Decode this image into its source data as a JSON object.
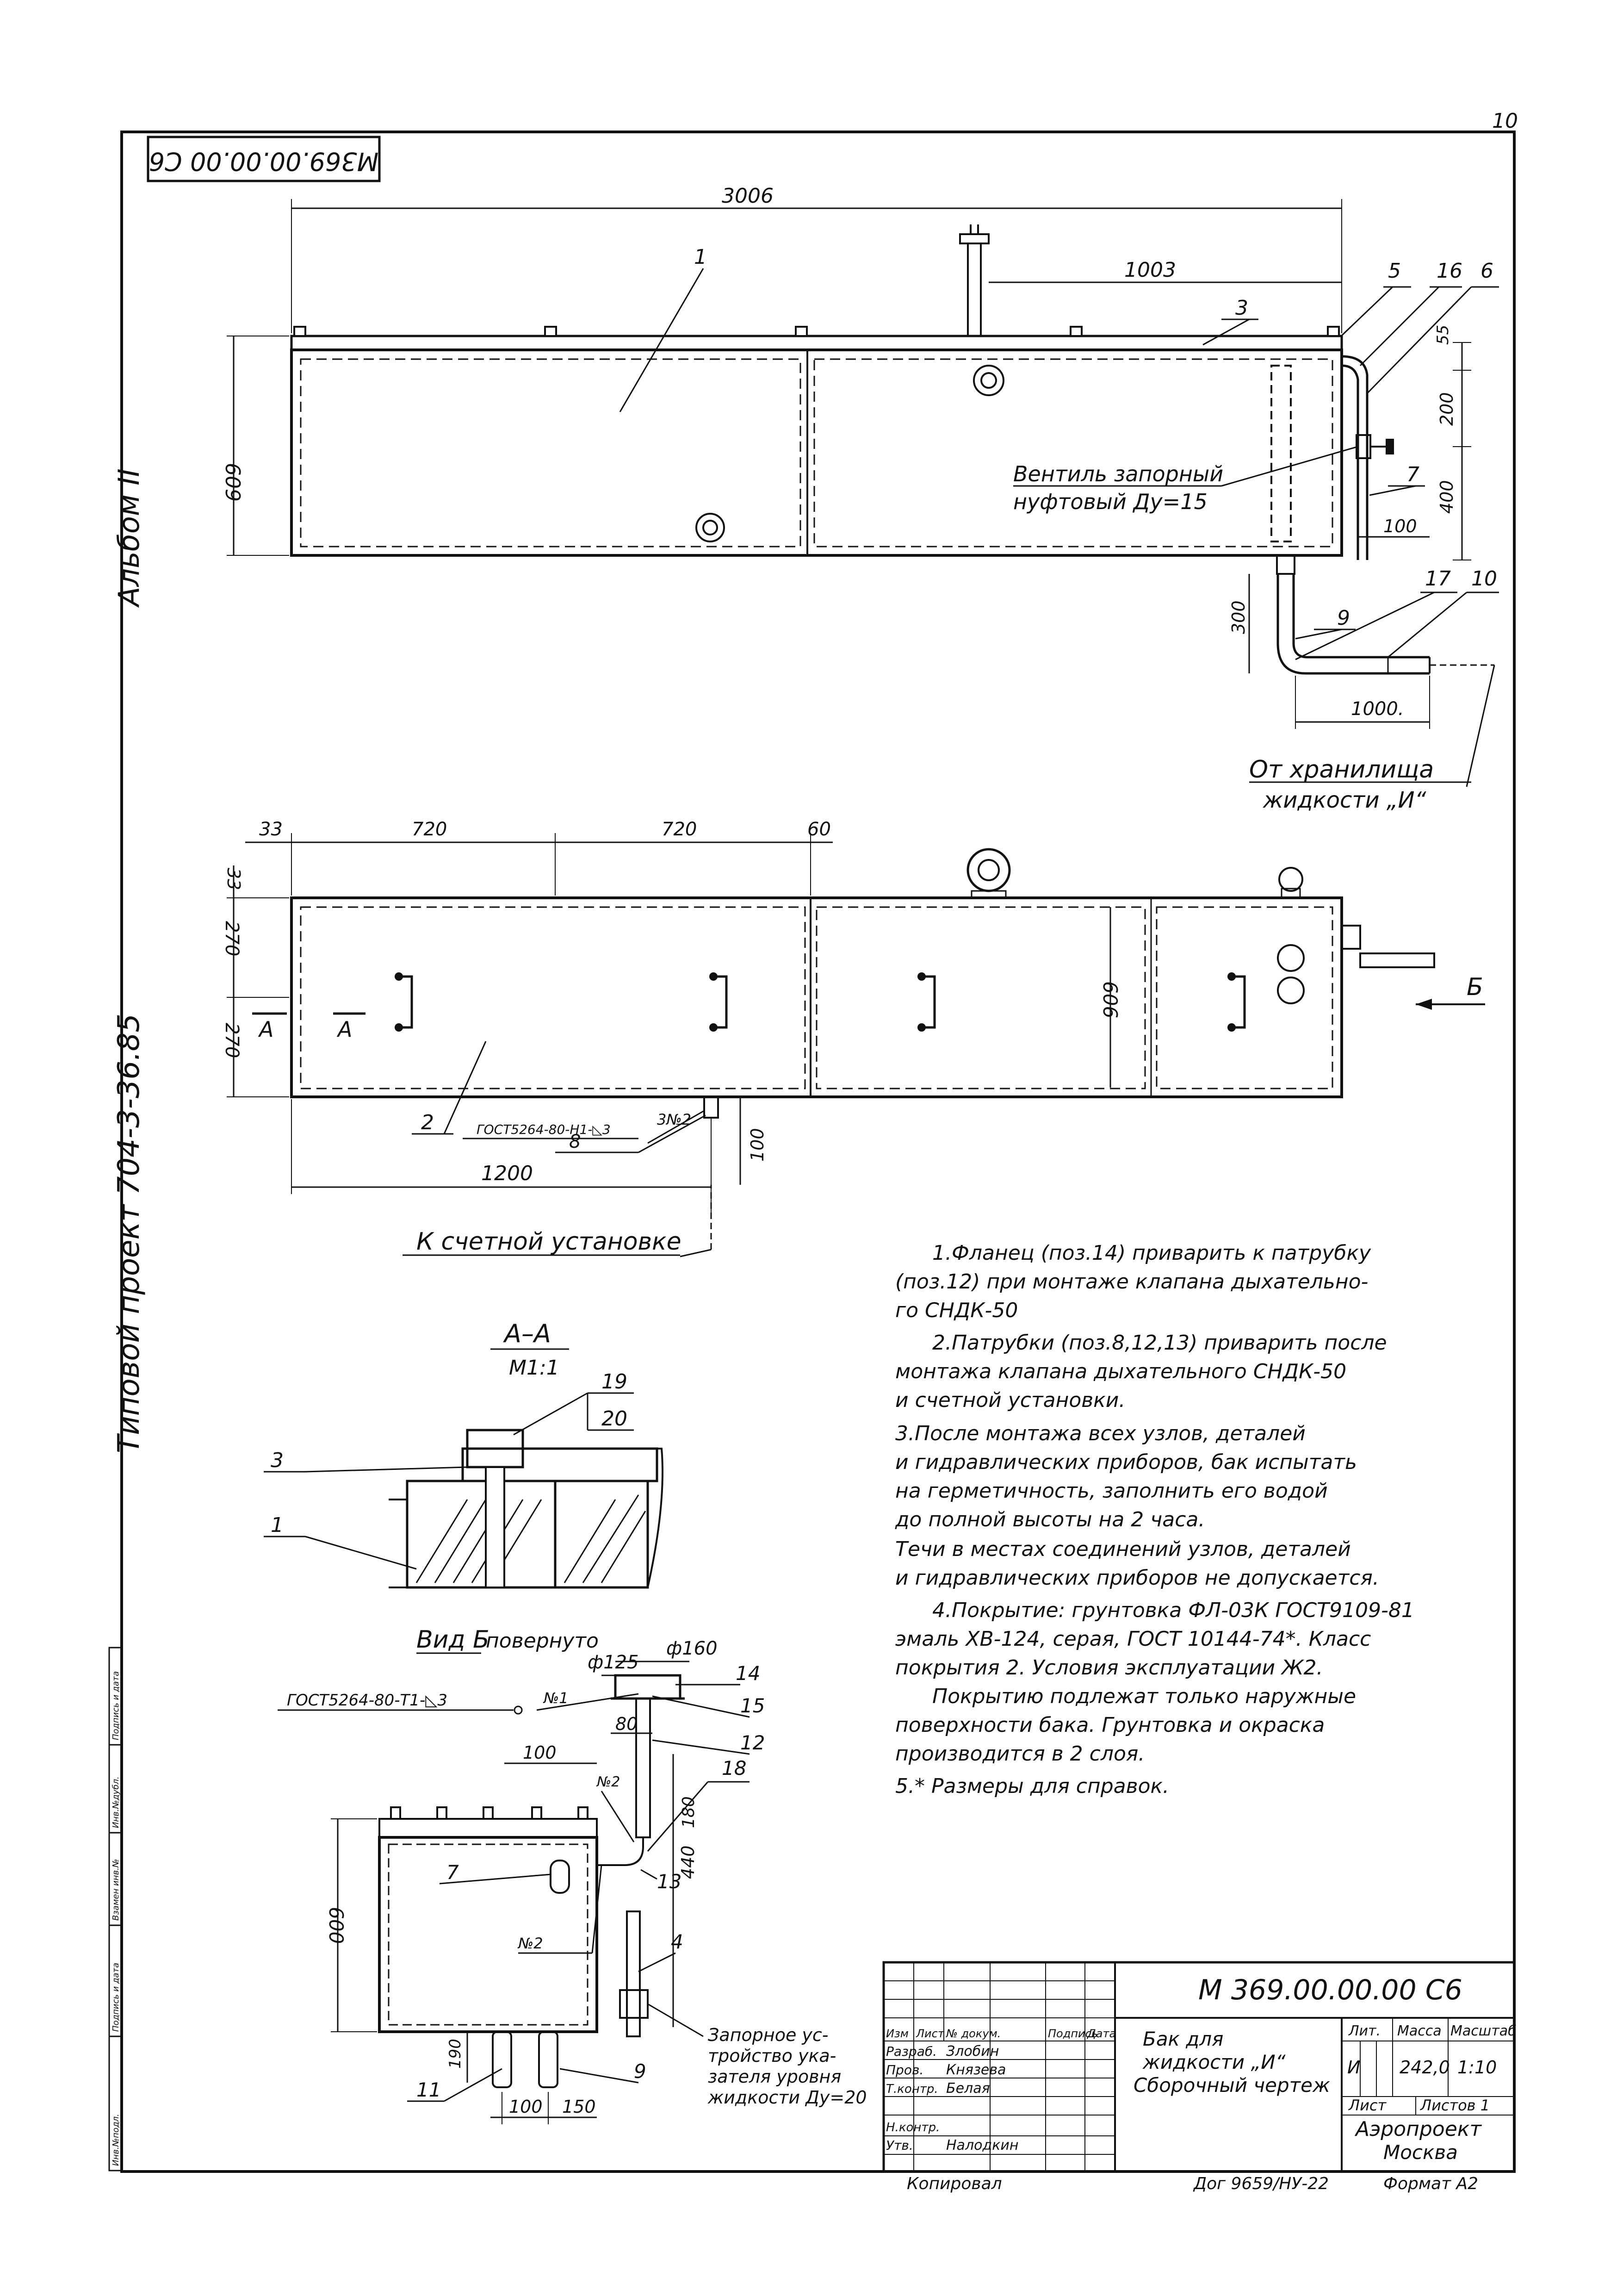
{
  "page": {
    "number": "10"
  },
  "stamp_top": "М369.00.00.00 С6",
  "album_label": "Альбом II",
  "project_label": "Типовой проект 704-3-36.85",
  "front_view": {
    "dims": {
      "total": "3006",
      "pipe_offset": "1003",
      "height": "609",
      "d55": "55",
      "d200": "200",
      "d400": "400",
      "d100": "100",
      "d300": "300",
      "d1000": "1000."
    },
    "positions": [
      "1",
      "3",
      "5",
      "16",
      "6",
      "7",
      "9",
      "17",
      "10"
    ],
    "valve_label": [
      "Вентиль запорный",
      "нуфтовый Ду=15"
    ],
    "from_storage": [
      "От хранилища",
      "жидкости „И“"
    ]
  },
  "plan_view": {
    "dims": {
      "d33a": "33",
      "d720a": "720",
      "d720b": "720",
      "d60": "60",
      "d33b": "33",
      "d270a": "270",
      "d270b": "270",
      "d606": "606",
      "d1200": "1200",
      "d100": "100"
    },
    "section_mark": "А",
    "view_mark": "Б",
    "positions": [
      "2",
      "8"
    ],
    "weld_note": "ГОСТ5264-80-Н1-◺3",
    "weld_no": "3№2",
    "to_meter": "К счетной установке"
  },
  "section_aa": {
    "title": "А–А",
    "scale": "М1:1",
    "positions": [
      "19",
      "20",
      "3",
      "1"
    ]
  },
  "view_b": {
    "title": "Вид Б",
    "title_suffix": "повернуто",
    "dims": {
      "d125": "ф125",
      "d160": "ф160",
      "d80": "80",
      "d100a": "100",
      "d600": "600",
      "d440": "440",
      "d180": "180",
      "d190": "190",
      "d100b": "100",
      "d150": "150"
    },
    "weld_note": "ГОСТ5264-80-Т1-◺3",
    "weld_no1": "№1",
    "weld_no2a": "№2",
    "weld_no2b": "№2",
    "positions": [
      "14",
      "15",
      "12",
      "18",
      "13",
      "7",
      "4",
      "9",
      "11"
    ],
    "gauge_label": [
      "Запорное ус-",
      "тройство ука-",
      "зателя уровня",
      "жидкости Ду=20"
    ]
  },
  "notes": [
    "1.Фланец (поз.14) приварить к патрубку",
    "(поз.12) при монтаже клапана дыхательно-",
    "го СНДК-50",
    "2.Патрубки (поз.8,12,13) приварить после",
    "монтажа клапана дыхательного СНДК-50",
    "и счетной установки.",
    "3.После монтажа всех узлов, деталей",
    "и гидравлических приборов, бак испытать",
    "на герметичность, заполнить его водой",
    "до полной высоты на 2 часа.",
    "Течи в местах соединений узлов, деталей",
    "и гидравлических приборов не допускается.",
    "4.Покрытие: грунтовка ФЛ-03К ГОСТ9109-81",
    "эмаль ХВ-124, серая, ГОСТ 10144-74*. Класс",
    "покрытия 2. Условия эксплуатации Ж2.",
    "Покрытию подлежат только наружные",
    "поверхности бака. Грунтовка и окраска",
    "производится в 2 слоя.",
    "5.* Размеры для справок."
  ],
  "left_stamp_cols": [
    "Инв.№подл.",
    "Подпись и дата",
    "Взамен инв.№",
    "Инв.№дубл.",
    "Подпись и дата"
  ],
  "title_block": {
    "doc_code": "М 369.00.00.00 С6",
    "name_lines": [
      "Бак для",
      "жидкости „И“",
      "Сборочный чертеж"
    ],
    "head_cols": [
      "Изм",
      "Лист",
      "№ докум.",
      "Подпись",
      "Дата"
    ],
    "roles": [
      {
        "role": "Разраб.",
        "name": "Злобин"
      },
      {
        "role": "Пров.",
        "name": "Князева"
      },
      {
        "role": "Т.контр.",
        "name": "Белая"
      },
      {
        "role": "Н.контр.",
        "name": ""
      },
      {
        "role": "Утв.",
        "name": "Налодкин"
      }
    ],
    "lit_label": "Лит.",
    "mass_label": "Масса",
    "scale_label": "Масштаб",
    "lit_value": "И",
    "mass_value": "242,0",
    "scale_value": "1:10",
    "sheet_label": "Лист",
    "sheets_label": "Листов 1",
    "org_name": "Аэропроект",
    "org_city": "Москва",
    "copied": "Копировал",
    "order_no": "Дог 9659/НУ-22",
    "format": "Формат А2"
  }
}
